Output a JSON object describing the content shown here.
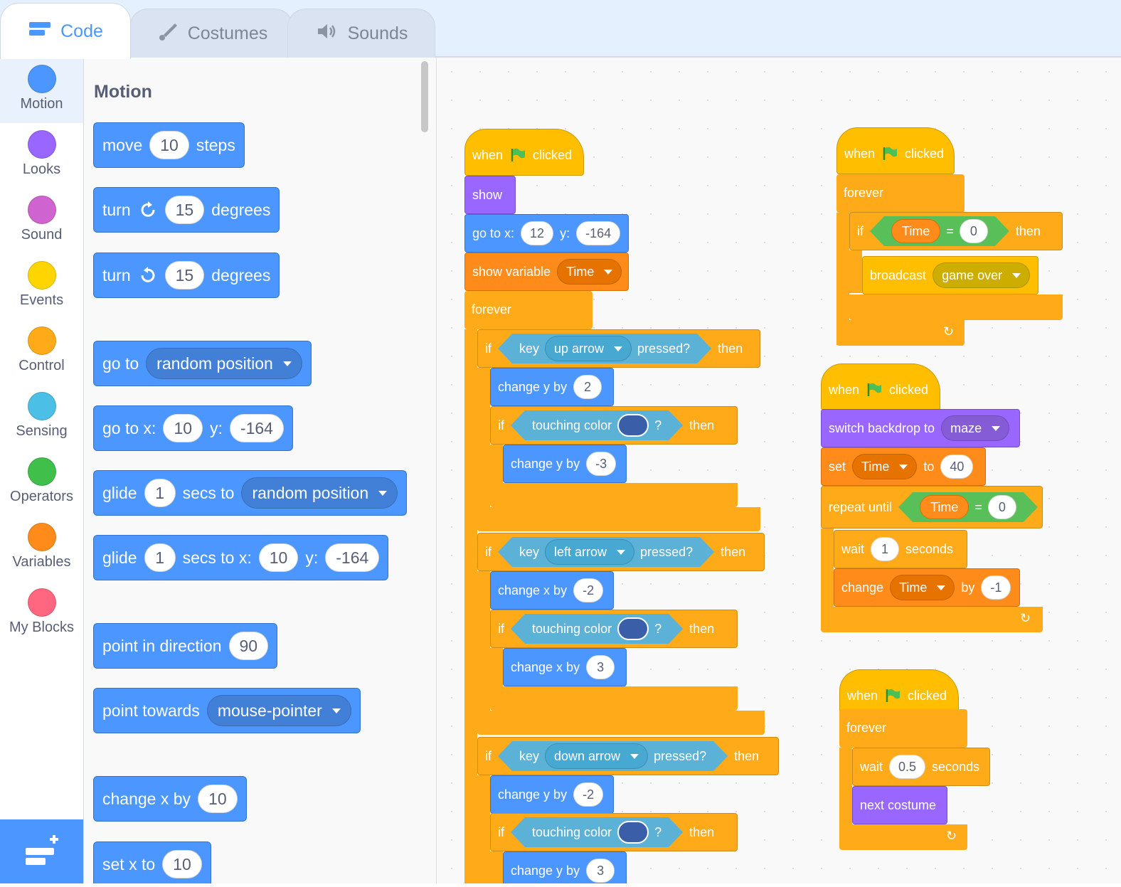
{
  "tabs": {
    "code": "Code",
    "costumes": "Costumes",
    "sounds": "Sounds"
  },
  "categories": [
    {
      "label": "Motion",
      "color": "#4c97ff"
    },
    {
      "label": "Looks",
      "color": "#9966ff"
    },
    {
      "label": "Sound",
      "color": "#cf63cf"
    },
    {
      "label": "Events",
      "color": "#ffd500"
    },
    {
      "label": "Control",
      "color": "#ffab19"
    },
    {
      "label": "Sensing",
      "color": "#4cbfe6"
    },
    {
      "label": "Operators",
      "color": "#40bf4a"
    },
    {
      "label": "Variables",
      "color": "#ff8c1a"
    },
    {
      "label": "My Blocks",
      "color": "#ff6680"
    }
  ],
  "palette": {
    "title": "Motion",
    "move": {
      "a": "move",
      "v": "10",
      "b": "steps"
    },
    "turn_right": {
      "a": "turn",
      "v": "15",
      "b": "degrees"
    },
    "turn_left": {
      "a": "turn",
      "v": "15",
      "b": "degrees"
    },
    "goto": {
      "a": "go to",
      "menu": "random position"
    },
    "goto_xy": {
      "a": "go to x:",
      "x": "10",
      "b": "y:",
      "y": "-164"
    },
    "glide": {
      "a": "glide",
      "v": "1",
      "b": "secs to",
      "menu": "random position"
    },
    "glide_xy": {
      "a": "glide",
      "v": "1",
      "b": "secs to x:",
      "x": "10",
      "c": "y:",
      "y": "-164"
    },
    "point_dir": {
      "a": "point in direction",
      "v": "90"
    },
    "point_towards": {
      "a": "point towards",
      "menu": "mouse-pointer"
    },
    "change_x": {
      "a": "change x by",
      "v": "10"
    },
    "set_x": {
      "a": "set x to",
      "v": "10"
    }
  },
  "script1": {
    "when": "when",
    "clicked": "clicked",
    "show": "show",
    "goto": {
      "a": "go to x:",
      "x": "12",
      "b": "y:",
      "y": "-164"
    },
    "show_var": {
      "a": "show variable",
      "menu": "Time"
    },
    "forever": "forever",
    "if": "if",
    "then": "then",
    "key": "key",
    "pressed": "pressed?",
    "touching": "touching color",
    "q": "?",
    "up": "up arrow",
    "left": "left arrow",
    "down": "down arrow",
    "change_y": "change y by",
    "change_x": "change x by",
    "v_up": "2",
    "v_up_back": "-3",
    "v_left": "-2",
    "v_left_back": "3",
    "v_down": "-2",
    "v_down_back": "3"
  },
  "script2": {
    "when": "when",
    "clicked": "clicked",
    "forever": "forever",
    "if": "if",
    "var": "Time",
    "eq": "=",
    "val": "0",
    "then": "then",
    "broadcast": "broadcast",
    "msg": "game over"
  },
  "script3": {
    "when": "when",
    "clicked": "clicked",
    "switch": "switch backdrop to",
    "backdrop": "maze",
    "set": "set",
    "var": "Time",
    "to": "to",
    "setval": "40",
    "repeat": "repeat until",
    "eq": "=",
    "val": "0",
    "wait": "wait",
    "waitval": "1",
    "seconds": "seconds",
    "change": "change",
    "by": "by",
    "changeval": "-1"
  },
  "script4": {
    "when": "when",
    "clicked": "clicked",
    "forever": "forever",
    "wait": "wait",
    "waitval": "0.5",
    "seconds": "seconds",
    "next": "next costume"
  }
}
